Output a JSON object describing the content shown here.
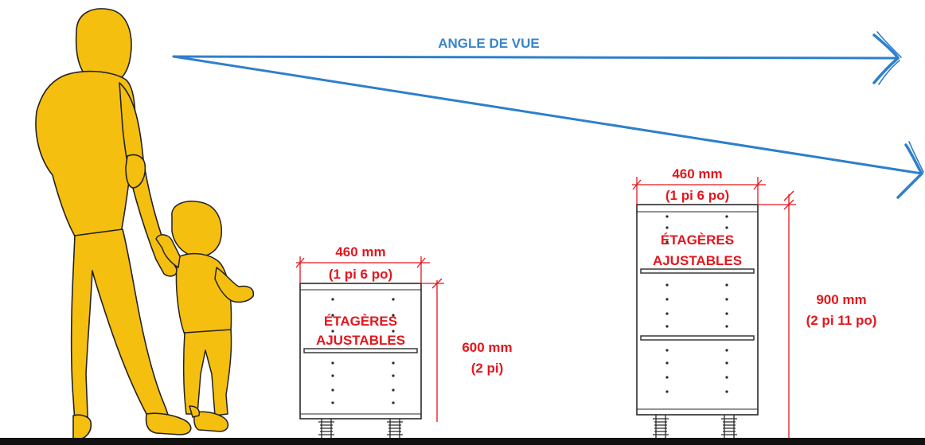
{
  "colors": {
    "figure_fill": "#F5BF10",
    "figure_stroke": "#222222",
    "sight_line": "#2E7FCC",
    "sight_label": "#3A86C8",
    "dimension": "#E3171E",
    "cabinet": "#2a2a2a",
    "floor": "#111111"
  },
  "sight": {
    "label": "ANGLE DE VUE"
  },
  "cabinet_small": {
    "width_mm": "460 mm",
    "width_imperial": "(1 pi 6 po)",
    "height_mm": "600 mm",
    "height_imperial": "(2 pi)",
    "shelves_line1": "ÉTAGÈRES",
    "shelves_line2": "AJUSTABLES"
  },
  "cabinet_tall": {
    "width_mm": "460 mm",
    "width_imperial": "(1 pi 6 po)",
    "height_mm": "900 mm",
    "height_imperial": "(2 pi 11 po)",
    "shelves_line1": "ÉTAGÈRES",
    "shelves_line2": "AJUSTABLES"
  }
}
